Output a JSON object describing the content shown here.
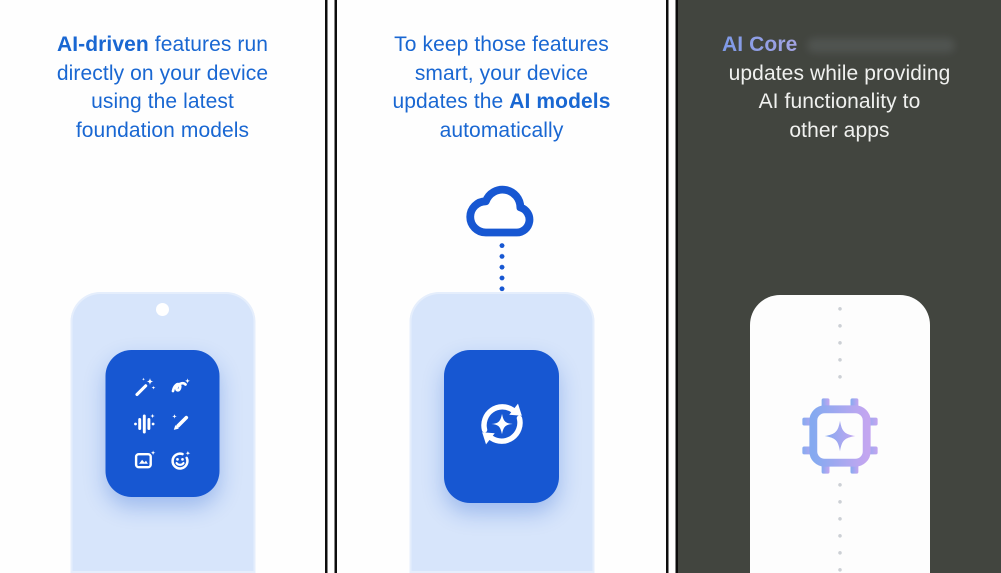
{
  "colors": {
    "accent_blue": "#1967d2",
    "card_blue": "#1757d2",
    "phone_light_blue": "#d7e5fb",
    "panel3_background": "#42453f",
    "panel3_text": "#f0f1ef",
    "ai_core_text": "#8ea4e8",
    "chip_gradient_start": "#85aaf0",
    "chip_gradient_end": "#c3a6f0",
    "dotted_line_blue": "#1757d2",
    "dotted_line_gray": "#ccd0d5"
  },
  "panel1": {
    "caption": {
      "line1_bold": "AI-driven",
      "line1_rest": " features run",
      "line2": "directly on your device",
      "line3": "using the latest",
      "line4": "foundation models"
    },
    "icons": [
      "magic-wand-sparkle-icon",
      "scribble-sparkle-icon",
      "waveform-sparkle-icon",
      "pen-sparkle-icon",
      "image-sparkle-icon",
      "smiley-sparkle-icon"
    ]
  },
  "panel2": {
    "caption": {
      "line1": "To keep those features",
      "line2": "smart, your device",
      "line3_rest": "updates the ",
      "line3_bold": "AI models",
      "line4": "automatically"
    },
    "icons": [
      "cloud-icon",
      "sync-arrows-sparkle-icon"
    ]
  },
  "panel3": {
    "caption": {
      "line1": "AI Core",
      "line2": "updates while providing",
      "line3": "AI functionality to",
      "line4": "other apps"
    },
    "icons": [
      "ai-chip-sparkle-icon"
    ]
  }
}
